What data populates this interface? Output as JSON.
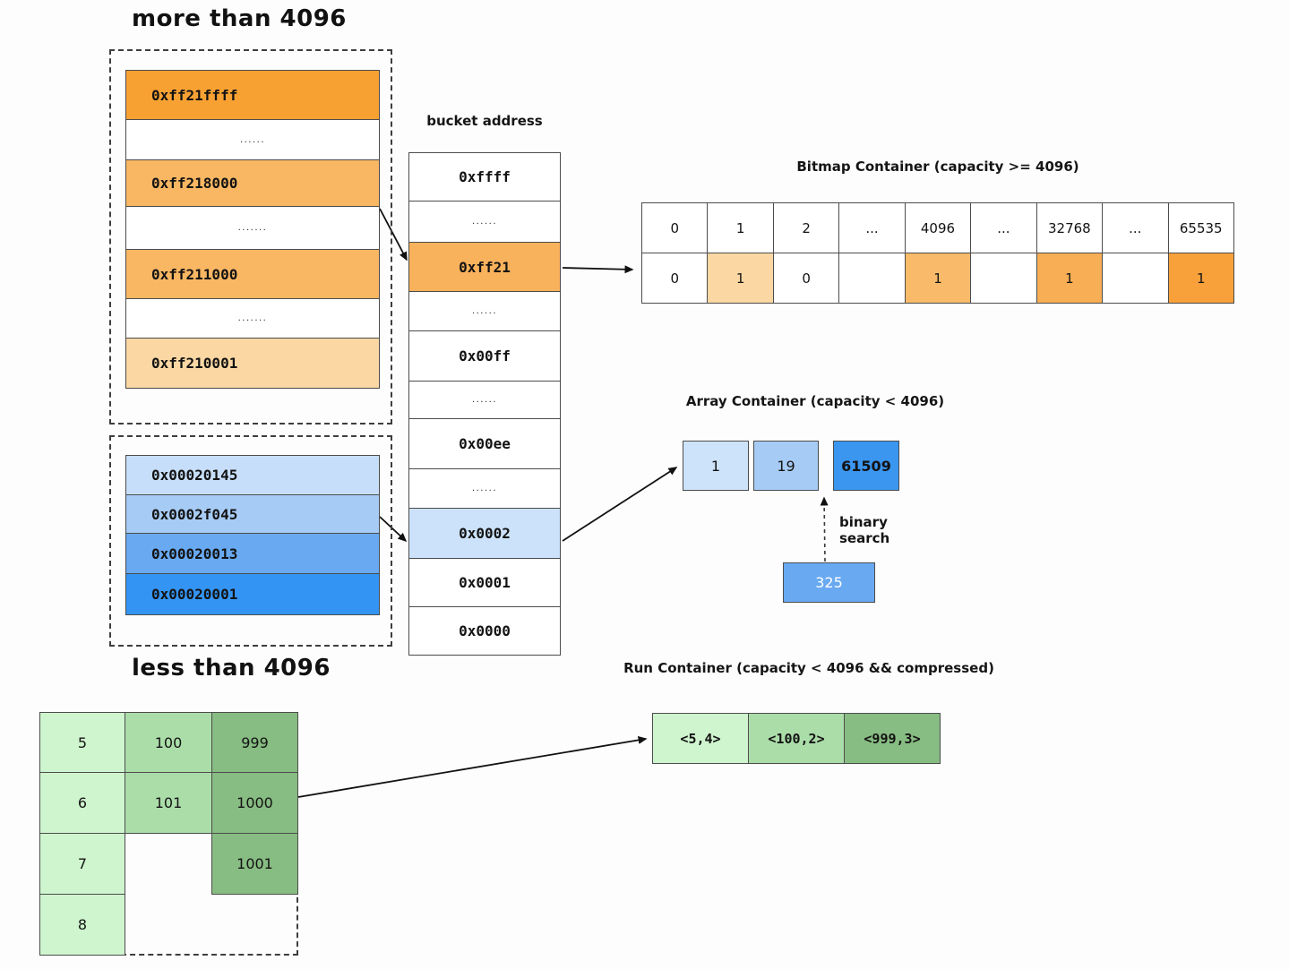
{
  "labels": {
    "more_than": "more than 4096",
    "less_than": "less than 4096",
    "bucket_address": "bucket address",
    "bitmap_title": "Bitmap Container (capacity >= 4096)",
    "array_title": "Array Container (capacity < 4096)",
    "run_title": "Run Container (capacity < 4096 && compressed)",
    "binary_search": "binary search"
  },
  "colors": {
    "orange_dark": "#f8a133",
    "orange_mid": "#f9b763",
    "orange_light": "#fbd7a3",
    "blue_light": "#c7defa",
    "blue_soft": "#a6cbf5",
    "blue_mid": "#68a9f1",
    "blue_bright": "#3494f4",
    "green_light": "#cff5ce",
    "green_mid": "#abdda9",
    "green_dark": "#87bc82"
  },
  "high_block": {
    "cells": [
      {
        "label": "0xff21ffff",
        "bg": "#f8a133"
      },
      {
        "label": "......",
        "bg": "#ffffff"
      },
      {
        "label": "0xff218000",
        "bg": "#f9b763"
      },
      {
        "label": ".......",
        "bg": "#ffffff"
      },
      {
        "label": "0xff211000",
        "bg": "#f9b763"
      },
      {
        "label": ".......",
        "bg": "#ffffff"
      },
      {
        "label": "0xff210001",
        "bg": "#fbd7a3"
      }
    ]
  },
  "low_block": {
    "cells": [
      {
        "label": "0x00020145",
        "bg": "#c7defa"
      },
      {
        "label": "0x0002f045",
        "bg": "#a6cbf5"
      },
      {
        "label": "0x00020013",
        "bg": "#68a9f1"
      },
      {
        "label": "0x00020001",
        "bg": "#3494f4"
      }
    ]
  },
  "bucket_table": {
    "rows": [
      {
        "label": "0xffff",
        "bg": "#ffffff"
      },
      {
        "label": "......",
        "bg": "#ffffff"
      },
      {
        "label": "0xff21",
        "bg": "#f9b25c"
      },
      {
        "label": "......",
        "bg": "#ffffff"
      },
      {
        "label": "0x00ff",
        "bg": "#ffffff"
      },
      {
        "label": "......",
        "bg": "#ffffff"
      },
      {
        "label": "0x00ee",
        "bg": "#ffffff"
      },
      {
        "label": "......",
        "bg": "#ffffff"
      },
      {
        "label": "0x0002",
        "bg": "#cbe2fa"
      },
      {
        "label": "0x0001",
        "bg": "#ffffff"
      },
      {
        "label": "0x0000",
        "bg": "#ffffff"
      }
    ]
  },
  "bitmap_container": {
    "header": [
      "0",
      "1",
      "2",
      "...",
      "4096",
      "...",
      "32768",
      "...",
      "65535"
    ],
    "values": [
      {
        "label": "0",
        "bg": "#ffffff"
      },
      {
        "label": "1",
        "bg": "#fbd7a3"
      },
      {
        "label": "0",
        "bg": "#ffffff"
      },
      {
        "label": "",
        "bg": "#ffffff"
      },
      {
        "label": "1",
        "bg": "#f9bb69"
      },
      {
        "label": "",
        "bg": "#ffffff"
      },
      {
        "label": "1",
        "bg": "#f8ae55"
      },
      {
        "label": "",
        "bg": "#ffffff"
      },
      {
        "label": "1",
        "bg": "#f8a13a"
      }
    ]
  },
  "array_container": {
    "cells": [
      {
        "label": "1",
        "bg": "#cde3fa"
      },
      {
        "label": "19",
        "bg": "#a6cbf5"
      },
      {
        "label": "61509",
        "bg": "#3b96f0"
      }
    ],
    "search_value": "325",
    "search_bg": "#68a9f1"
  },
  "run_container": {
    "cells": [
      {
        "label": "<5,4>",
        "bg": "#cff5ce"
      },
      {
        "label": "<100,2>",
        "bg": "#abdda9"
      },
      {
        "label": "<999,3>",
        "bg": "#87bc82"
      }
    ]
  },
  "grid": {
    "col_colors": [
      "#cff5ce",
      "#abdda9",
      "#87bc82"
    ],
    "rows": [
      [
        "5",
        "100",
        "999"
      ],
      [
        "6",
        "101",
        "1000"
      ],
      [
        "7",
        null,
        "1001"
      ],
      [
        "8",
        null,
        null
      ]
    ]
  }
}
